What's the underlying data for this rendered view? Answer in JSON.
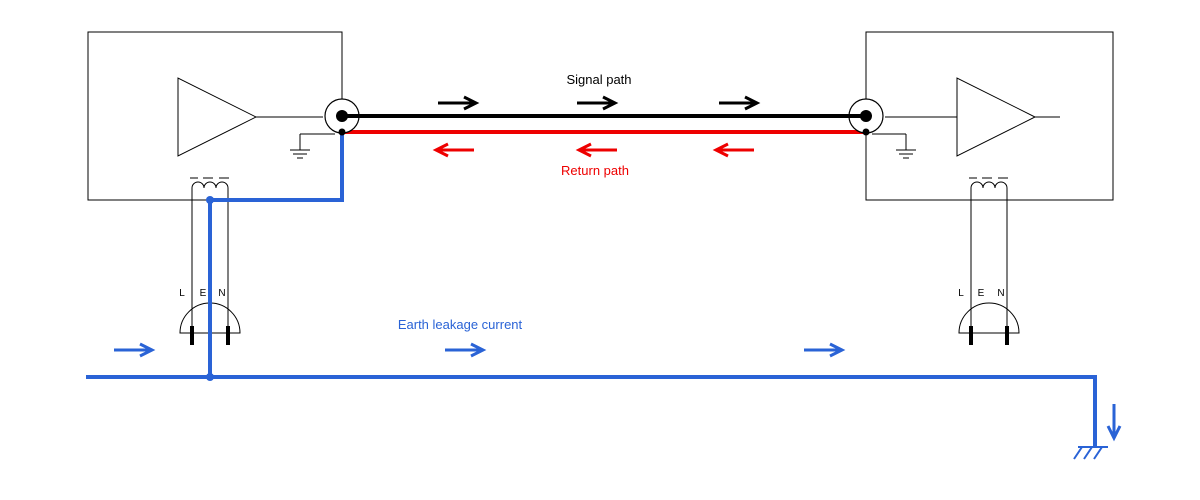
{
  "labels": {
    "signal_path": "Signal path",
    "return_path": "Return path",
    "earth_leakage": "Earth leakage current"
  },
  "plug_left": {
    "l": "L",
    "e": "E",
    "n": "N"
  },
  "plug_right": {
    "l": "L",
    "e": "E",
    "n": "N"
  },
  "colors": {
    "signal": "#000000",
    "return": "#ee0000",
    "earth": "#2a63d6",
    "outline": "#000000"
  }
}
